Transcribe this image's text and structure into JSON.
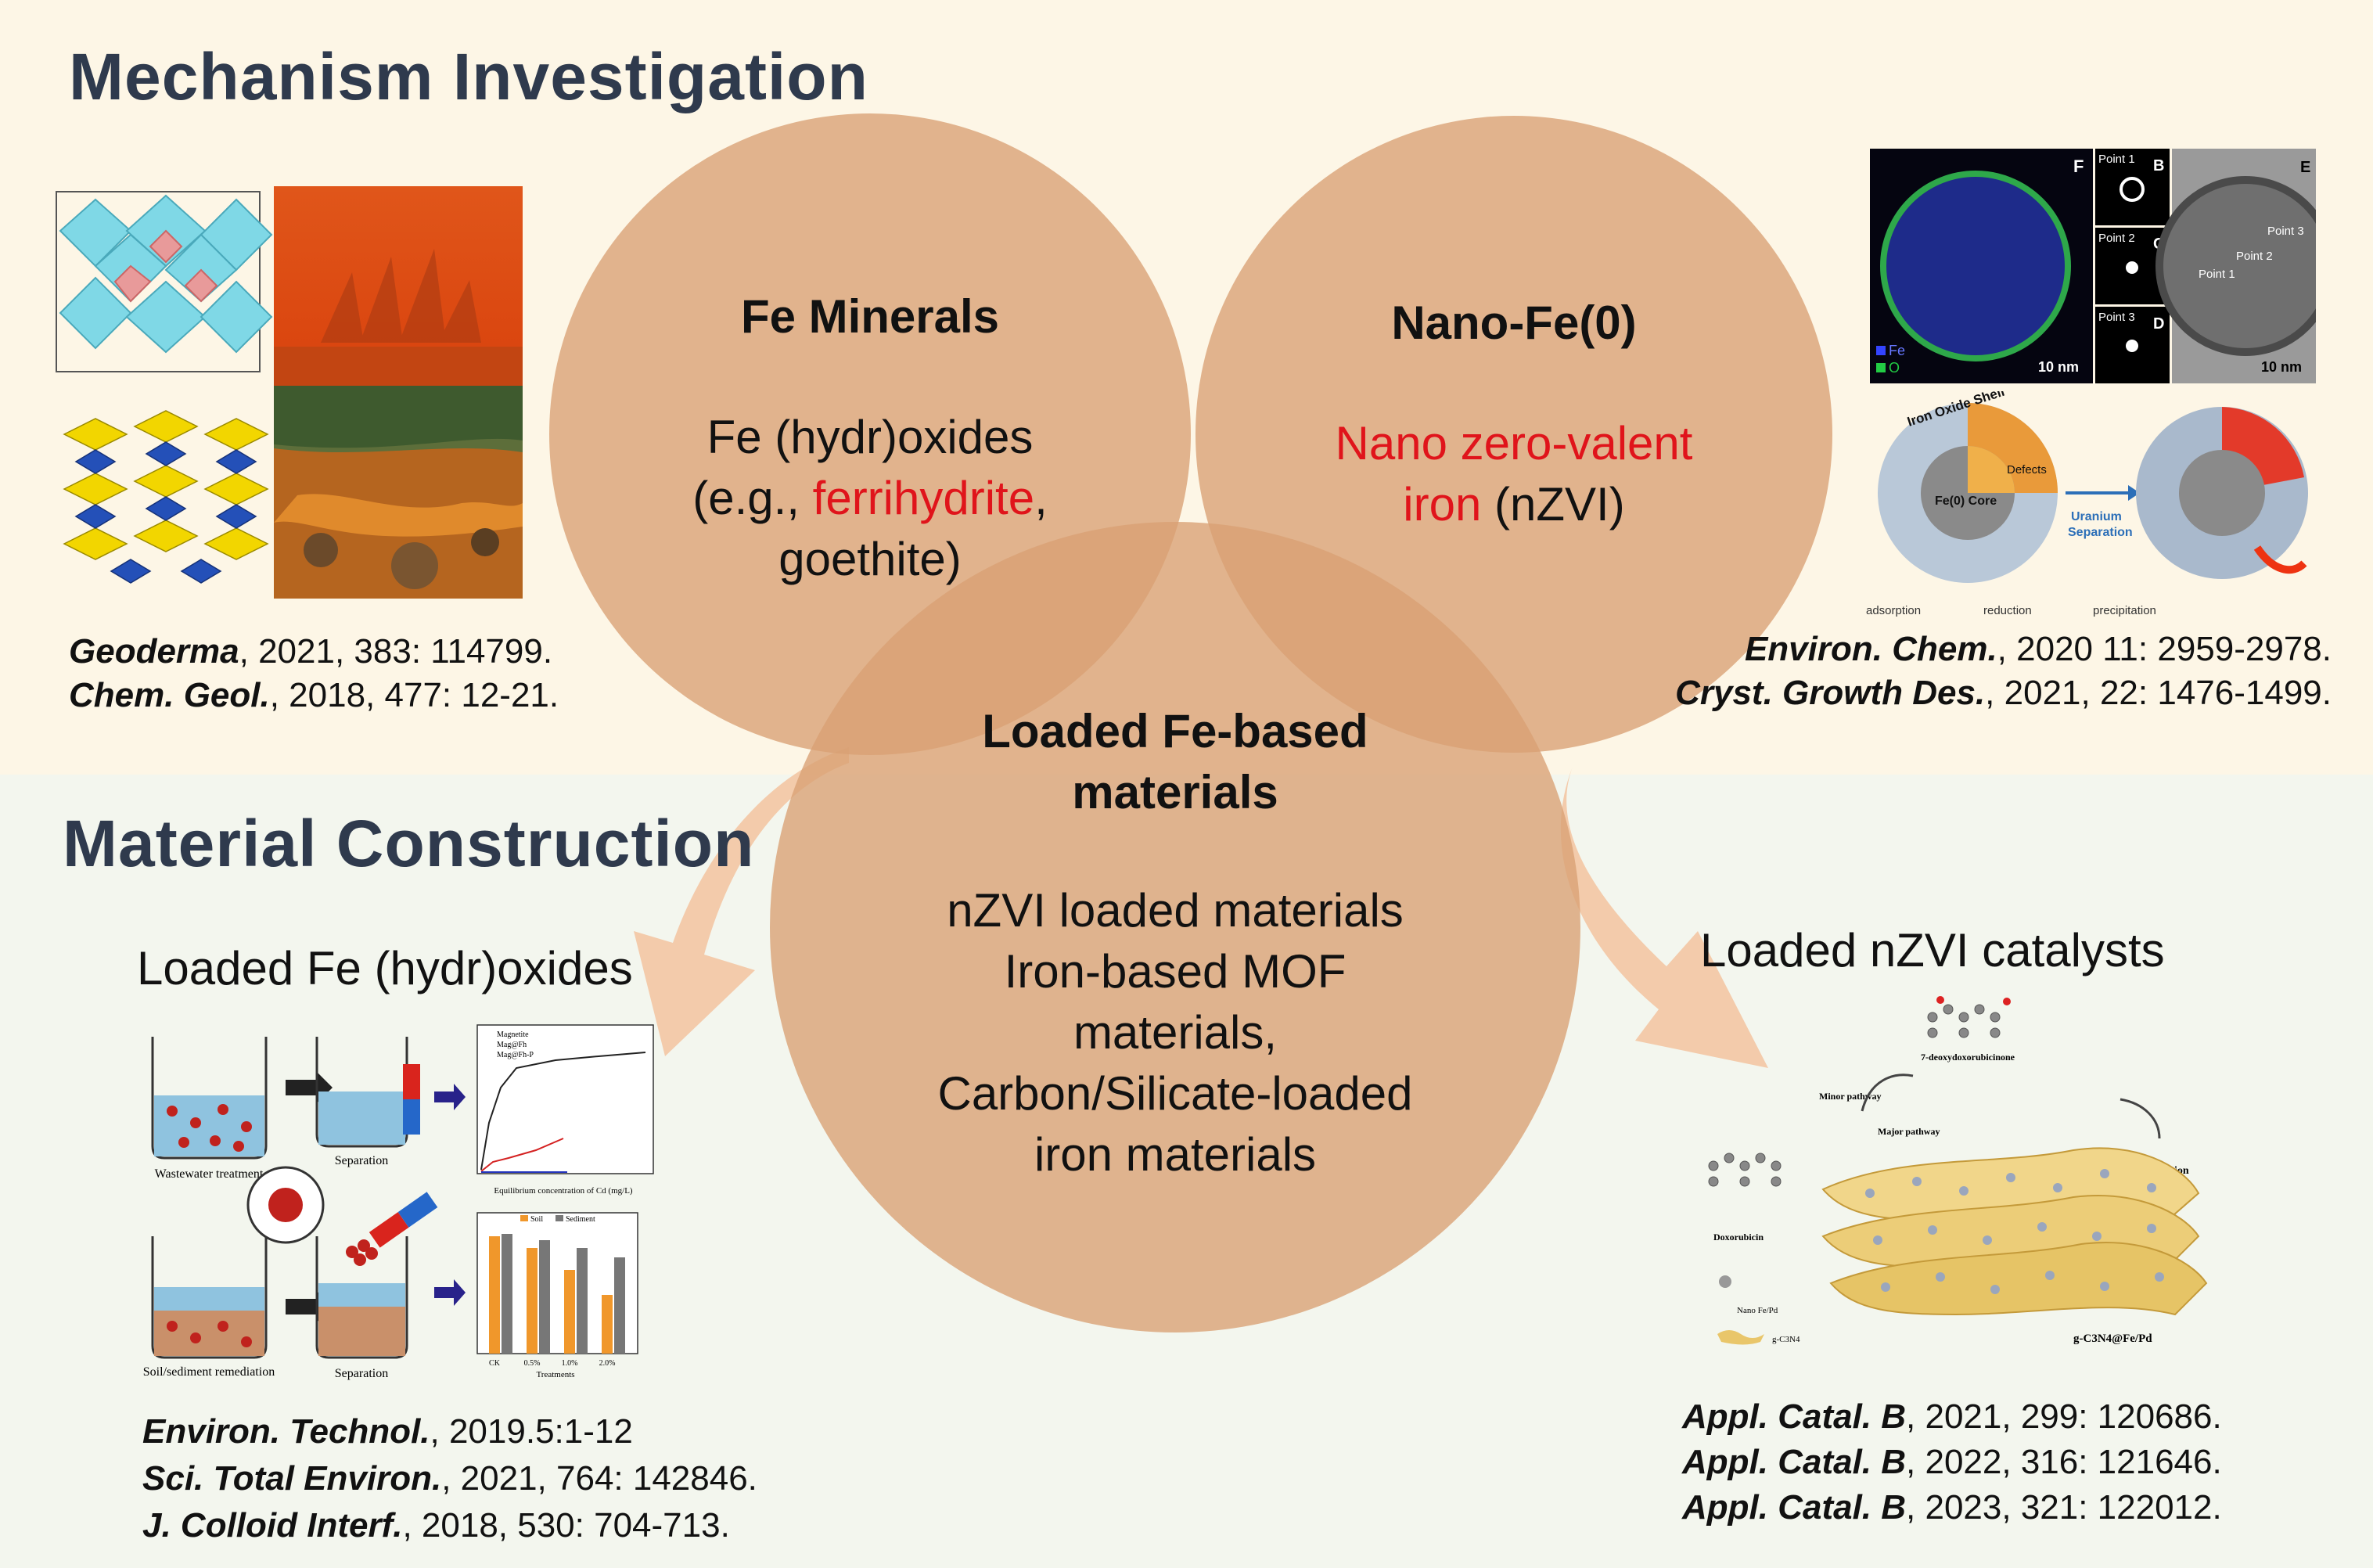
{
  "sections": {
    "top_title": "Mechanism Investigation",
    "bottom_title": "Material Construction"
  },
  "circles": {
    "fe_minerals": {
      "heading": "Fe Minerals",
      "line1": "Fe (hydr)oxides",
      "line2_pre": "(e.g., ",
      "line2_red": "ferrihydrite",
      "line2_post": ",",
      "line3": "goethite)"
    },
    "nano_fe": {
      "heading": "Nano-Fe(0)",
      "line1_red": "Nano zero-valent",
      "line2_red": "iron",
      "line2_post": " (nZVI)"
    },
    "loaded": {
      "heading1": "Loaded Fe-based",
      "heading2": "materials",
      "items": [
        "nZVI loaded materials",
        "Iron-based MOF",
        "materials,",
        "Carbon/Silicate-loaded",
        "iron materials"
      ]
    }
  },
  "subheads": {
    "left": "Loaded Fe (hydr)oxides",
    "right": "Loaded nZVI catalysts"
  },
  "refs": {
    "top_left": [
      {
        "journal": "Geoderma",
        "detail": ", 2021, 383: 114799."
      },
      {
        "journal": "Chem. Geol.",
        "detail": ", 2018, 477: 12-21."
      }
    ],
    "top_right": [
      {
        "journal": "Environ. Chem.",
        "detail": ", 2020 11: 2959-2978."
      },
      {
        "journal": "Cryst. Growth Des.",
        "detail": ", 2021, 22: 1476-1499."
      }
    ],
    "bottom_left": [
      {
        "journal": "Environ. Technol.",
        "detail": ", 2019.5:1-12"
      },
      {
        "journal": "Sci. Total Environ.",
        "detail": ", 2021, 764: 142846."
      },
      {
        "journal": "J. Colloid Interf.",
        "detail": ", 2018, 530: 704-713."
      }
    ],
    "bottom_right": [
      {
        "journal": "Appl. Catal. B",
        "detail": ", 2021, 299: 120686."
      },
      {
        "journal": "Appl. Catal. B",
        "detail": ", 2022, 316: 121646."
      },
      {
        "journal": "Appl. Catal. B",
        "detail": ", 2023, 321: 122012."
      }
    ]
  },
  "figure_labels": {
    "tem_panels": [
      "F",
      "B",
      "C",
      "D",
      "E"
    ],
    "tem_points": [
      "Point 1",
      "Point 2",
      "Point 3"
    ],
    "scale": "10 nm",
    "legend_fe": "Fe",
    "legend_o": "O",
    "shell": "Iron Oxide Shell",
    "core": "Fe(0) Core",
    "defects": "Defects",
    "uranium": "Uranium",
    "separation": "Separation",
    "steps": [
      "adsorption",
      "reduction",
      "precipitation"
    ],
    "wastewater": "Wastewater treatment",
    "separation_small": "Separation",
    "soil": "Soil/sediment remediation",
    "xaxis1": "Equilibrium concentration of Cd (mg/L)",
    "legend1": [
      "Magnetite",
      "Mag@Fh",
      "Mag@Fh-P"
    ],
    "legend2": [
      "Soil",
      "Sediment"
    ],
    "xaxis2": "Treatments",
    "treatments": [
      "CK",
      "0.5%",
      "1.0%",
      "2.0%"
    ],
    "cat_top": "7-deoxydoxorubicinone",
    "minor": "Minor pathway",
    "major": "Major pathway",
    "adsorption": "Adsorption",
    "doxorubicin": "Doxorubicin",
    "nano_fepd": "Nano Fe/Pd",
    "gcn": "g-C3N4",
    "catalyst": "g-C3N4@Fe/Pd"
  },
  "colors": {
    "circle": "#d9a073",
    "arrow": "#f2c29a",
    "title": "#2f3a4d",
    "highlight": "#e0141b"
  }
}
